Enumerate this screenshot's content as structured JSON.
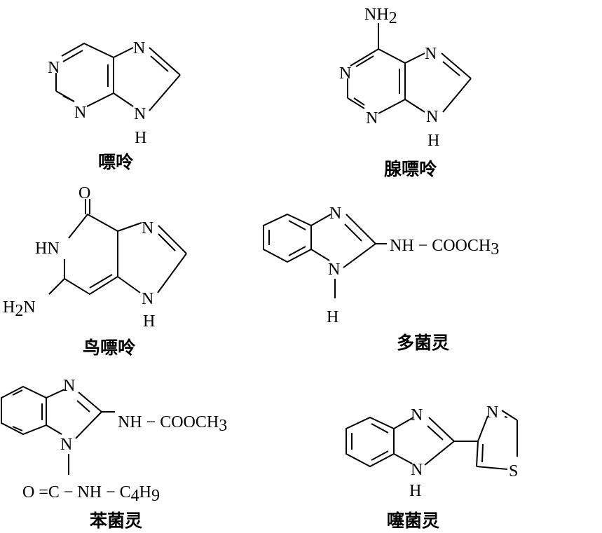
{
  "molecules": [
    {
      "name": "嘌呤",
      "atoms": {
        "n1": "N",
        "n3": "N",
        "n7": "N",
        "n9": "N",
        "h9": "H"
      }
    },
    {
      "name": "腺嘌呤",
      "atoms": {
        "amine": "NH",
        "amine_sub": "2",
        "n1": "N",
        "n3": "N",
        "n7": "N",
        "n9": "N",
        "h9": "H"
      }
    },
    {
      "name": "鸟嘌呤",
      "atoms": {
        "o": "O",
        "hn": "HN",
        "h2n": "H",
        "h2n_sub": "2",
        "h2n_n": "N",
        "n7": "N",
        "n9": "N",
        "h9": "H"
      }
    },
    {
      "name": "多菌灵",
      "atoms": {
        "n3": "N",
        "n1": "N",
        "h1": "H",
        "chain": "NH − COOCH",
        "chain_sub": "3"
      }
    },
    {
      "name": "苯菌灵",
      "atoms": {
        "n3": "N",
        "n1": "N",
        "chain": "NH − COOCH",
        "chain_sub": "3",
        "side_a": "O =C − NH − C",
        "side_sub1": "4",
        "side_b": "H",
        "side_sub2": "9"
      }
    },
    {
      "name": "噻菌灵",
      "atoms": {
        "n3": "N",
        "n1": "N",
        "h1": "H",
        "tz_n": "N",
        "tz_s": "S"
      }
    }
  ]
}
